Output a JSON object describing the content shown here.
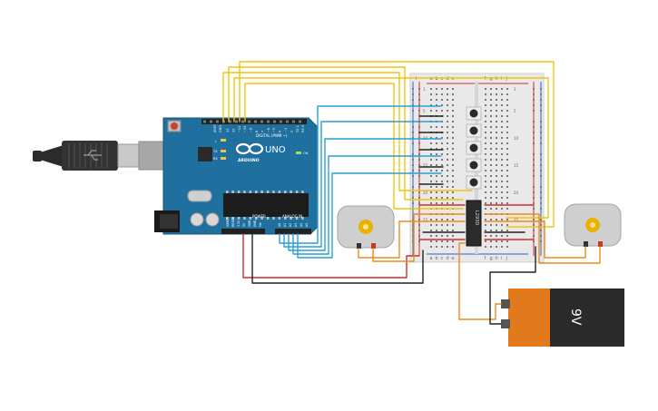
{
  "arduino": {
    "logo_text": "UNO",
    "brand_text": "ARDUINO",
    "digital_header": "DIGITAL (PWM ~)",
    "power_header": "POWER",
    "analog_header": "ANALOG IN",
    "digital_pins": [
      "13",
      "12",
      "~11",
      "~10",
      "~9",
      "8",
      "7",
      "~6",
      "~5",
      "4",
      "~3",
      "2",
      "TX 1",
      "RX 0"
    ],
    "power_pins": [
      "IOREF",
      "RESET",
      "3.3V",
      "5V",
      "GND",
      "GND",
      "Vin"
    ],
    "analog_pins": [
      "A0",
      "A1",
      "A2",
      "A3",
      "A4",
      "A5"
    ],
    "aref_label": "AREF",
    "gnd_label": "GND",
    "tx_label": "TX",
    "rx_label": "RX",
    "l_label": "L",
    "on_label": "ON"
  },
  "breadboard": {
    "columns_left": [
      "a",
      "b",
      "c",
      "d",
      "e"
    ],
    "columns_right": [
      "f",
      "g",
      "h",
      "i",
      "j"
    ],
    "row_numbers": [
      "1",
      "5",
      "10",
      "15",
      "20",
      "25"
    ],
    "plus_label": "+",
    "minus_label": "-"
  },
  "ic": {
    "label": "L293D"
  },
  "battery": {
    "label": "9V"
  },
  "colors": {
    "arduino_blue": "#1f6f9f",
    "wire_yellow": "#f2c40c",
    "wire_blue": "#2a9fd6",
    "wire_red": "#d42a2a",
    "wire_black": "#222222",
    "wire_orange": "#ef8a14",
    "battery_orange": "#e07a1c"
  }
}
